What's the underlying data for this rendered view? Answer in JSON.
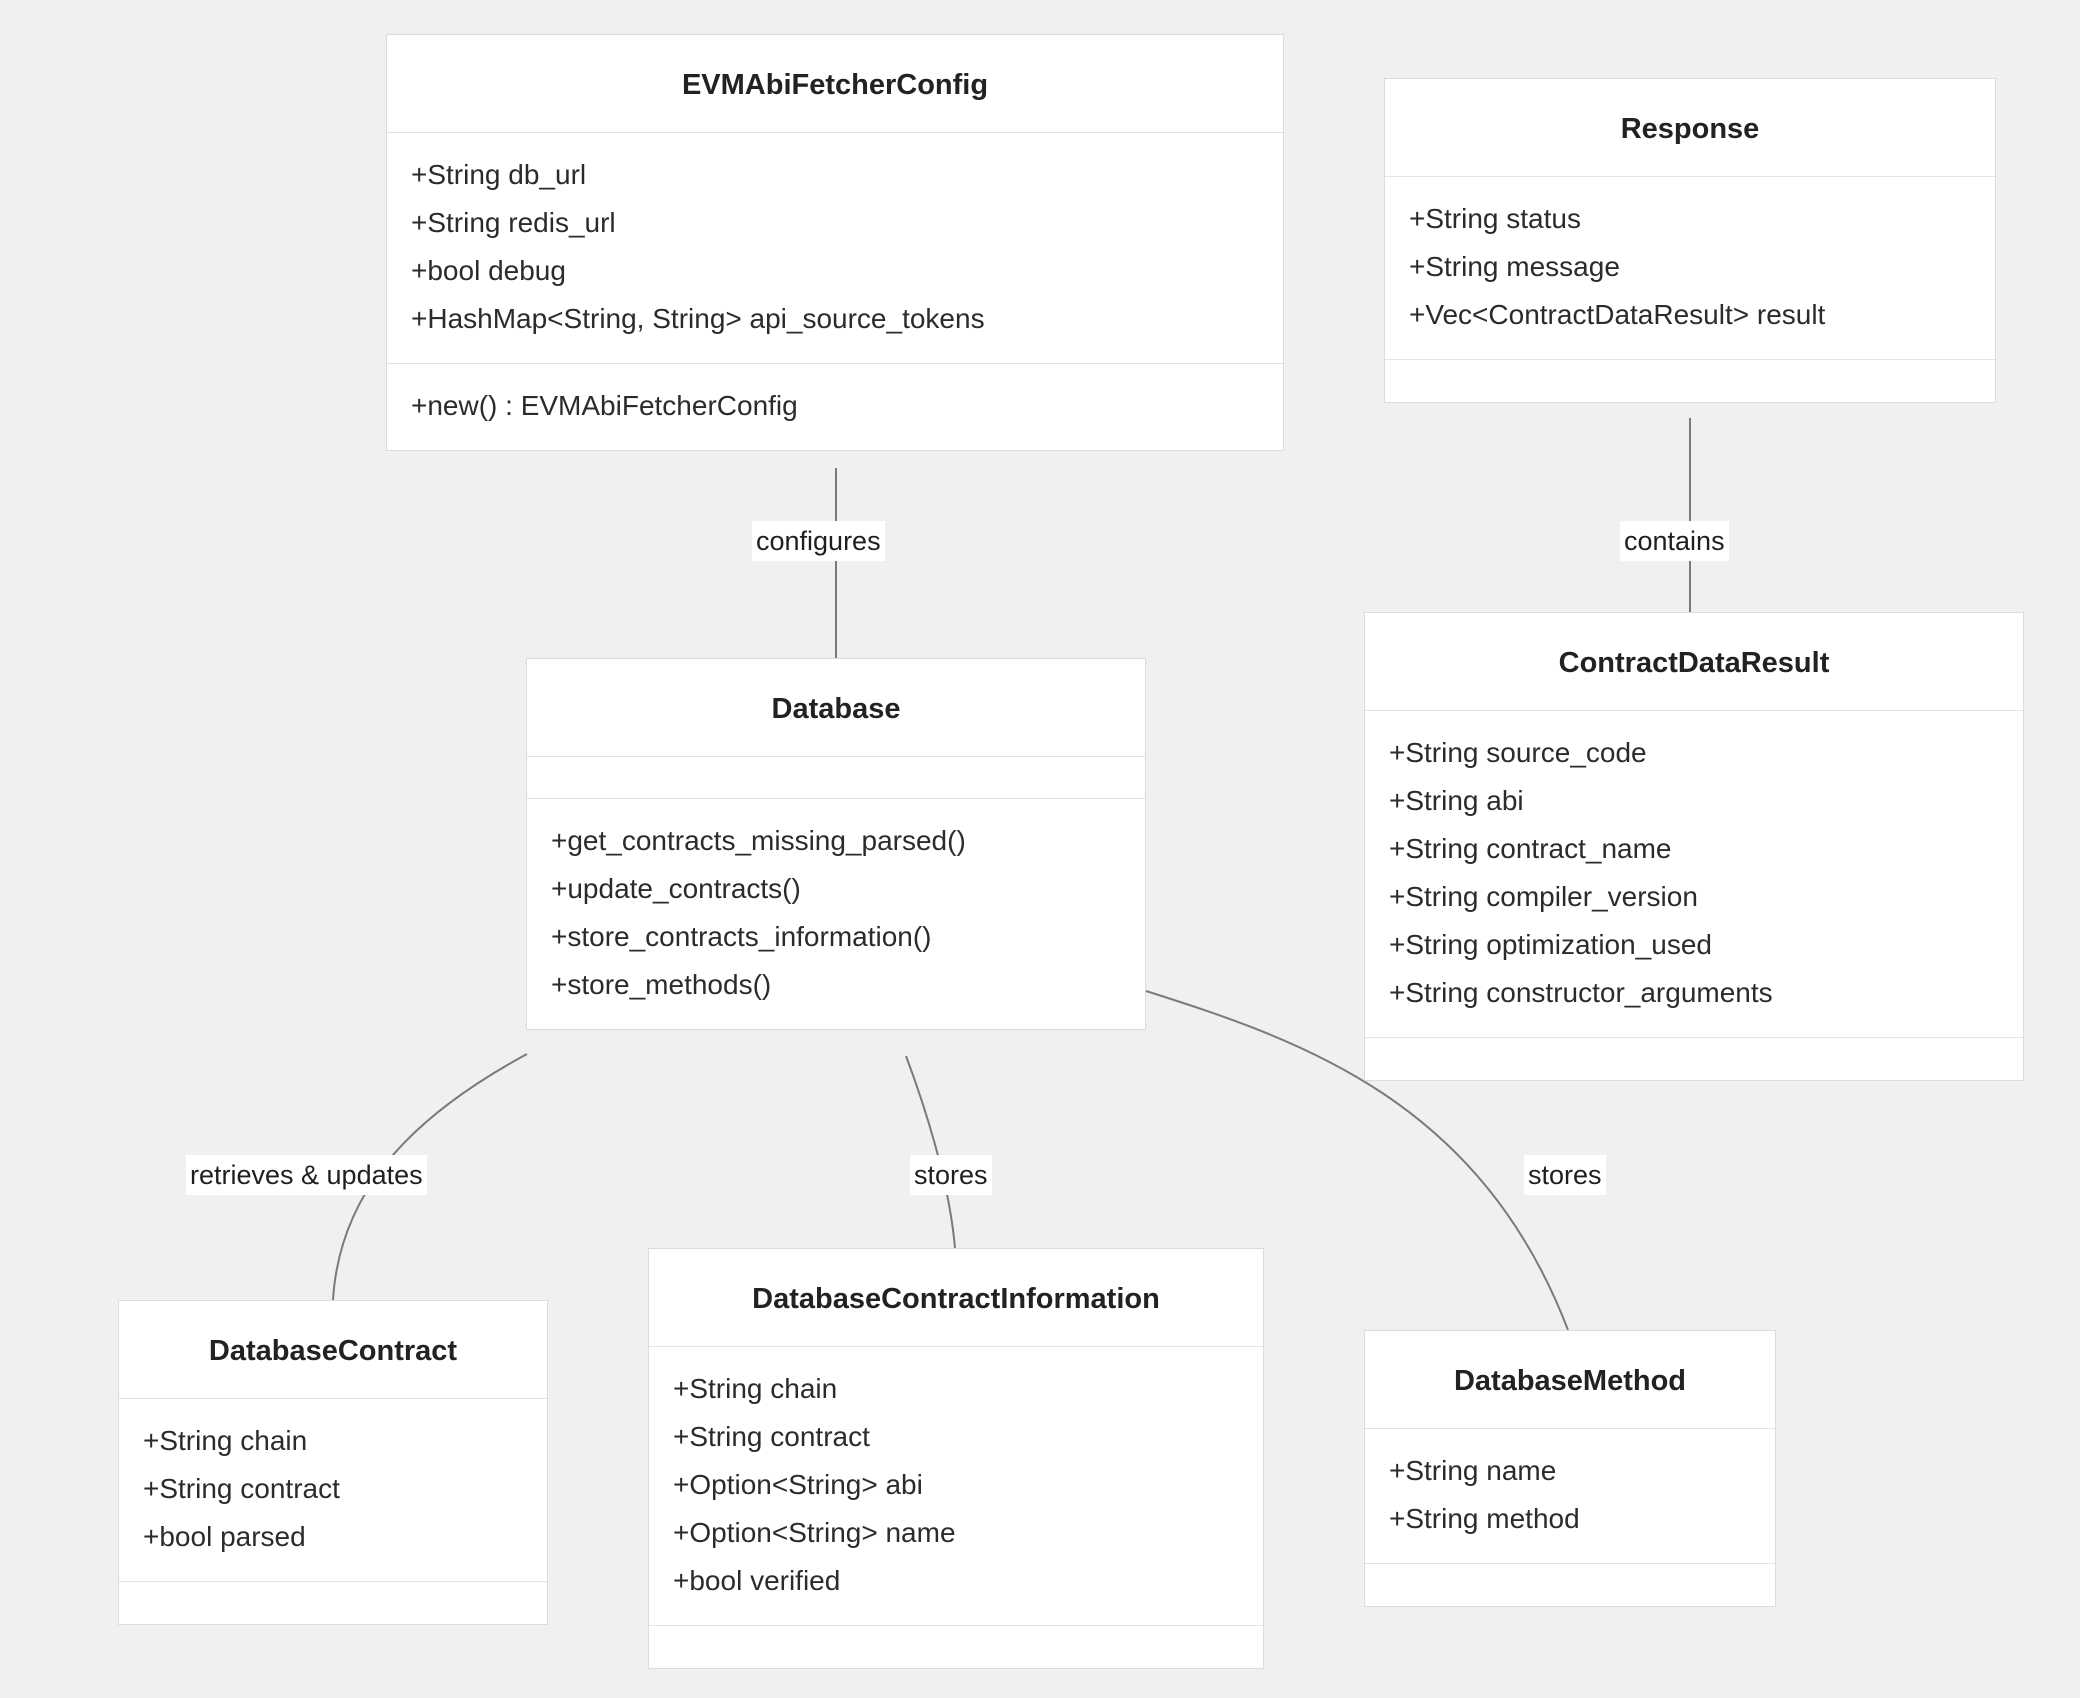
{
  "diagram": {
    "type": "uml-class-diagram",
    "background_color": "#f1f0ee",
    "box_color": "#ffffff",
    "border_color": "#dcdcdc",
    "edge_color": "#7a7a7a",
    "text_color": "#2b2b2b"
  },
  "classes": [
    {
      "id": "evm_abi_fetcher_config",
      "name": "EVMAbiFetcherConfig",
      "attributes": [
        "+String db_url",
        "+String redis_url",
        "+bool debug",
        "+HashMap<String, String> api_source_tokens"
      ],
      "methods": [
        "+new() : EVMAbiFetcherConfig"
      ]
    },
    {
      "id": "response",
      "name": "Response",
      "attributes": [
        "+String status",
        "+String message",
        "+Vec<ContractDataResult> result"
      ],
      "methods": []
    },
    {
      "id": "database",
      "name": "Database",
      "attributes": [],
      "methods": [
        "+get_contracts_missing_parsed()",
        "+update_contracts()",
        "+store_contracts_information()",
        "+store_methods()"
      ]
    },
    {
      "id": "contract_data_result",
      "name": "ContractDataResult",
      "attributes": [
        "+String source_code",
        "+String abi",
        "+String contract_name",
        "+String compiler_version",
        "+String optimization_used",
        "+String constructor_arguments"
      ],
      "methods": []
    },
    {
      "id": "database_contract",
      "name": "DatabaseContract",
      "attributes": [
        "+String chain",
        "+String contract",
        "+bool parsed"
      ],
      "methods": []
    },
    {
      "id": "database_contract_information",
      "name": "DatabaseContractInformation",
      "attributes": [
        "+String chain",
        "+String contract",
        "+Option<String> abi",
        "+Option<String> name",
        "+bool verified"
      ],
      "methods": []
    },
    {
      "id": "database_method",
      "name": "DatabaseMethod",
      "attributes": [
        "+String name",
        "+String method"
      ],
      "methods": []
    }
  ],
  "relationships": [
    {
      "id": "rel_configures",
      "from": "evm_abi_fetcher_config",
      "to": "database",
      "label": "configures"
    },
    {
      "id": "rel_contains",
      "from": "response",
      "to": "contract_data_result",
      "label": "contains"
    },
    {
      "id": "rel_retrieves_updates",
      "from": "database",
      "to": "database_contract",
      "label": "retrieves & updates"
    },
    {
      "id": "rel_stores_info",
      "from": "database",
      "to": "database_contract_information",
      "label": "stores"
    },
    {
      "id": "rel_stores_method",
      "from": "database",
      "to": "database_method",
      "label": "stores"
    }
  ]
}
